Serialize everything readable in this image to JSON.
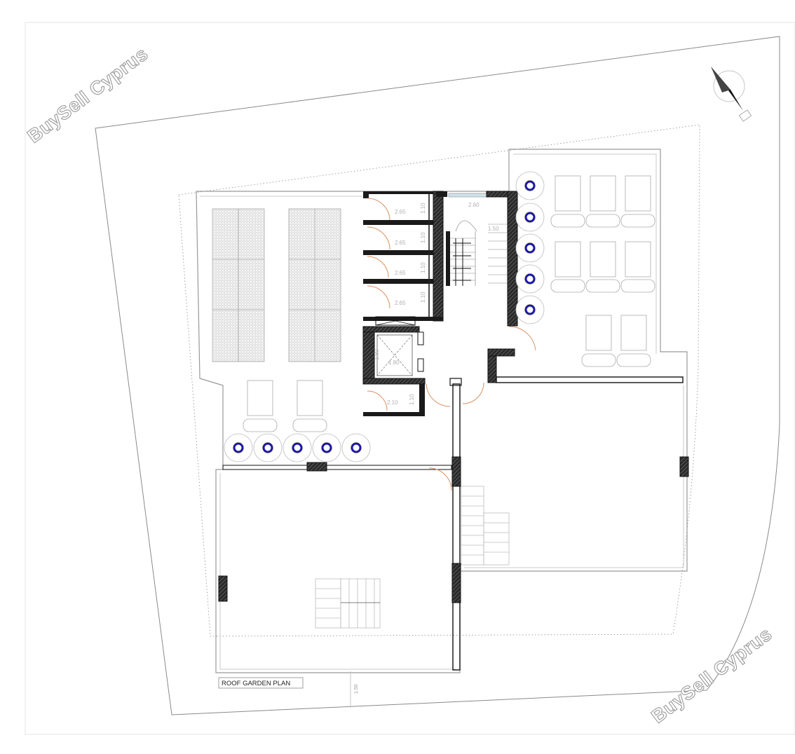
{
  "plan": {
    "title": "ROOF GARDEN PLAN",
    "watermarks": [
      "BuySell Cyprus",
      "BuySell Cyprus"
    ],
    "dimensions": {
      "room_width": "2.65",
      "room_depth": "1.10",
      "stair_width": "2.60",
      "lift_width": "1.80",
      "lift_depth": "1.80",
      "small_room_width": "2.10",
      "small_room_depth": "1.10",
      "stair_label": "1.50",
      "setback": "1.50"
    },
    "colors": {
      "wall": "#1a1a1a",
      "wall_hatch": "#555555",
      "door": "#d89060",
      "light_ring": "#1a1aa8",
      "light_glow": "#f2dc7a",
      "line": "#bfbfbf"
    },
    "icons": [
      "north-arrow-icon"
    ]
  }
}
